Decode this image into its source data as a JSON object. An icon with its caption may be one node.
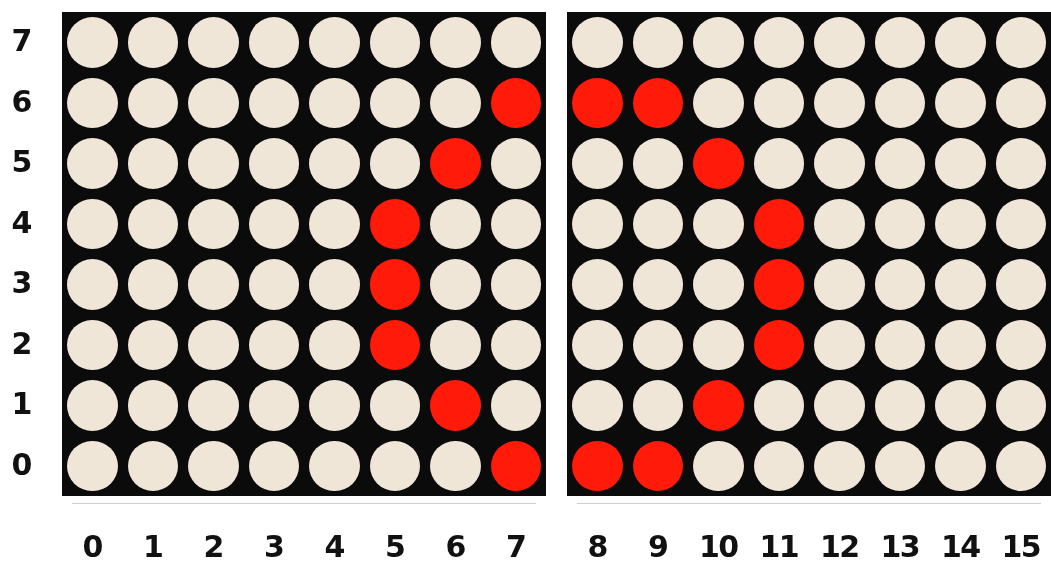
{
  "diagram": {
    "labels": [
      "7",
      "6",
      "5",
      "4",
      "3",
      "2",
      "1",
      "0",
      "0",
      "1",
      "2",
      "3",
      "4",
      "5",
      "6",
      "7",
      "8",
      "9",
      "10",
      "11",
      "12",
      "13",
      "14",
      "15"
    ]
  }
}
